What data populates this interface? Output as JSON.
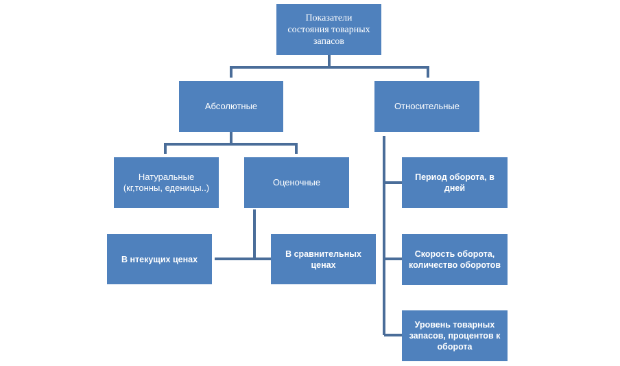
{
  "diagram": {
    "root": {
      "label": "Показатели\nсостояния товарных\nзапасов"
    },
    "absolute": {
      "label": "Абсолютные"
    },
    "relative": {
      "label": "Относительные"
    },
    "natural": {
      "label": "Натуральные\n(кг,тонны, еденицы..)"
    },
    "estimated": {
      "label": "Оценочные"
    },
    "current_prices": {
      "label": "В нтекущих ценах"
    },
    "comparable_prices": {
      "label": "В сравнительных\nценах"
    },
    "turnover_period": {
      "label": "Период оборота, в\nдней"
    },
    "turnover_speed": {
      "label": "Скорость оборота,\nколичество оборотов"
    },
    "inventory_level": {
      "label": "Уровень товарных\nзапасов,  процентов к\nоборота"
    },
    "colors": {
      "box_fill": "#4f81bd",
      "connector": "#4a6d99",
      "text": "#ffffff"
    }
  }
}
